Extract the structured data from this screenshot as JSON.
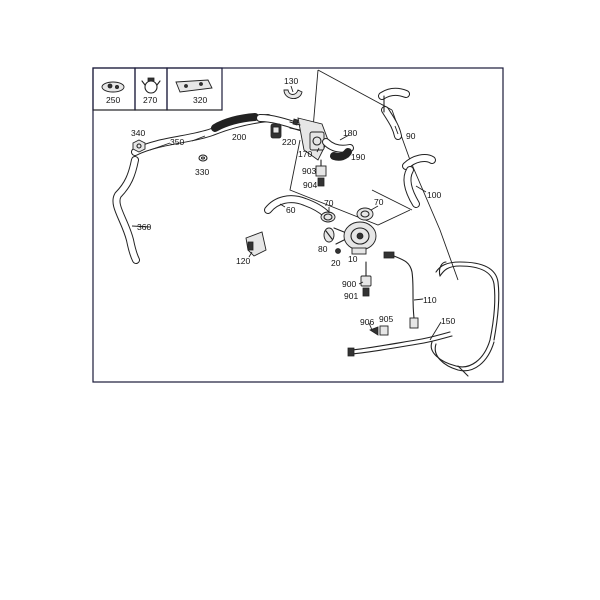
{
  "callouts": {
    "c250": "250",
    "c270": "270",
    "c320": "320",
    "c130": "130",
    "c340": "340",
    "c350": "350",
    "c200": "200",
    "c220": "220",
    "c180": "180",
    "c90": "90",
    "c170": "170",
    "c190": "190",
    "c330": "330",
    "c903": "903",
    "c904": "904",
    "c100": "100",
    "c70a": "70",
    "c60": "60",
    "c70b": "70",
    "c360": "360",
    "c80": "80",
    "c20": "20",
    "c10": "10",
    "c120": "120",
    "c900": "900",
    "c901": "901",
    "c110": "110",
    "c906": "906",
    "c905": "905",
    "c150": "150"
  }
}
